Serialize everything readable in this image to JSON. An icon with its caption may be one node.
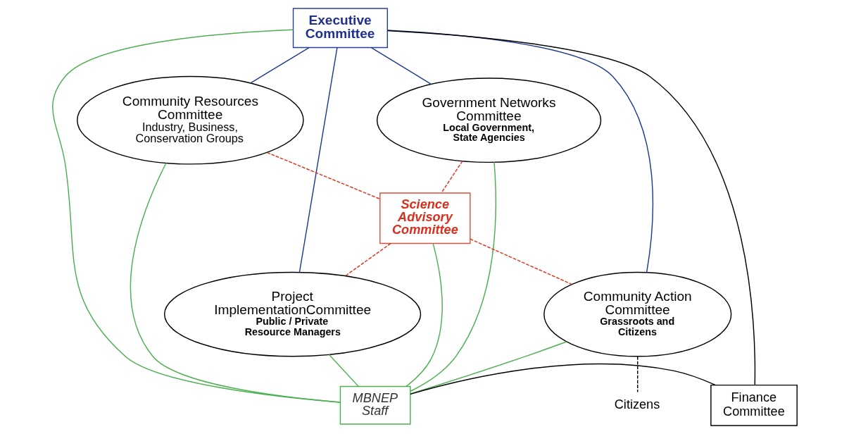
{
  "diagram": {
    "nodes": [
      {
        "text": [
          "Executive Committee"
        ]
      },
      {
        "text": [
          "Government Networks Committee",
          "Local Government, State Agencies"
        ]
      },
      {
        "text": [
          "Community Resources Committee",
          "Industry, Business, Conservation Groups"
        ]
      },
      {
        "text": [
          "Science Advisory Committee"
        ]
      },
      {
        "text": [
          "Project ImplementationCommittee",
          "Public / Private Resource Managers"
        ]
      },
      {
        "text": [
          "Community Action Committee",
          "Grassroots and Citizens"
        ]
      },
      {
        "text": [
          "Finance Committee"
        ]
      },
      {
        "text": [
          "MBNEP Staff"
        ]
      },
      {
        "text": [
          "Citizens"
        ]
      }
    ],
    "edges": [
      {
        "from": 0,
        "to": 1,
        "arrow": "none",
        "color": "#1f3a93"
      },
      {
        "from": 0,
        "to": 2,
        "arrow": "none",
        "color": "#1f3a93"
      },
      {
        "from": 0,
        "to": 4,
        "arrow": "none",
        "color": "#1f3a93"
      },
      {
        "from": 0,
        "to": 5,
        "arrow": "none",
        "color": "#1f3a93"
      },
      {
        "from": 1,
        "to": 3,
        "arrow": "none",
        "style": "dashed",
        "color": "#e0301e"
      },
      {
        "from": 2,
        "to": 3,
        "arrow": "none",
        "style": "dashed",
        "color": "#e0301e"
      },
      {
        "from": 3,
        "to": 4,
        "arrow": "none",
        "style": "dashed",
        "color": "#e0301e"
      },
      {
        "from": 3,
        "to": 5,
        "arrow": "none",
        "style": "dashed",
        "color": "#e0301e"
      },
      {
        "from": 0,
        "to": 7,
        "arrow": "none"
      },
      {
        "from": 3,
        "to": 7,
        "arrow": "none"
      },
      {
        "from": 1,
        "to": 7,
        "arrow": "none"
      },
      {
        "from": 2,
        "to": 7,
        "arrow": "none"
      },
      {
        "from": 4,
        "to": 7,
        "arrow": "none"
      },
      {
        "from": 5,
        "to": 7,
        "arrow": "none"
      },
      {
        "from": 6,
        "to": 0,
        "arrow": "none",
        "color": "#000000"
      },
      {
        "from": 6,
        "to": 7,
        "arrow": "none",
        "color": "#000000"
      },
      {
        "from": 5,
        "to": 8,
        "arrow": "none",
        "style": "dashed",
        "color": "#000000"
      }
    ]
  }
}
